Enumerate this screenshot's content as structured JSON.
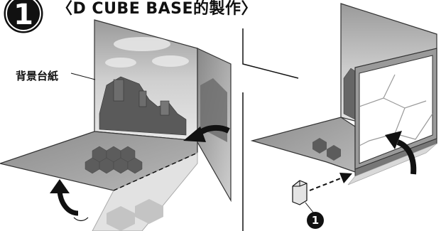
{
  "step": {
    "number": "1"
  },
  "title": "〈D CUBE BASE的製作〉",
  "labels": {
    "background_board": "背景台紙"
  },
  "parts": {
    "marker": "1"
  },
  "icons": {
    "fold_arrow_left": "curved-arrow-up-icon",
    "fold_arrow_mid": "curved-arrow-left-icon",
    "fold_arrow_right": "curved-arrow-up-icon",
    "insert_arrow": "dashed-arrow-right-icon"
  }
}
